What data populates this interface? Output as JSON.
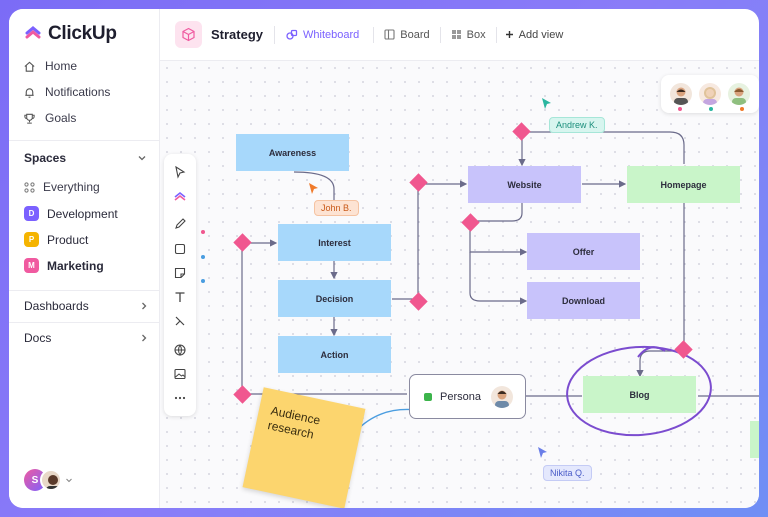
{
  "app": {
    "name": "ClickUp"
  },
  "nav": [
    {
      "label": "Home",
      "icon": "home-icon"
    },
    {
      "label": "Notifications",
      "icon": "bell-icon"
    },
    {
      "label": "Goals",
      "icon": "trophy-icon"
    }
  ],
  "spaces": {
    "heading": "Spaces",
    "items": [
      {
        "label": "Everything",
        "icon": "grid-icon"
      },
      {
        "label": "Development",
        "badge": "D",
        "color": "#7b61ff"
      },
      {
        "label": "Product",
        "badge": "P",
        "color": "#f5b400"
      },
      {
        "label": "Marketing",
        "badge": "M",
        "color": "#f05aa0"
      }
    ]
  },
  "sections": {
    "dashboards": "Dashboards",
    "docs": "Docs"
  },
  "user": {
    "initial": "S"
  },
  "header": {
    "title": "Strategy",
    "views": [
      {
        "label": "Whiteboard",
        "active": true
      },
      {
        "label": "Board",
        "active": false
      },
      {
        "label": "Box",
        "active": false
      }
    ],
    "add_view": "Add view"
  },
  "whiteboard": {
    "nodes": {
      "awareness": "Awareness",
      "interest": "Interest",
      "decision": "Decision",
      "action": "Action",
      "website": "Website",
      "homepage": "Homepage",
      "offer": "Offer",
      "download": "Download",
      "blog": "Blog",
      "persona": "Persona"
    },
    "sticky_note": "Audience research",
    "cursors": {
      "john": "John B.",
      "andrew": "Andrew K.",
      "nikita": "Nikita Q."
    }
  },
  "colors": {
    "accent": "#7b61ff",
    "diamond": "#f0578f",
    "blue_node": "#a7d8fb",
    "purple_node": "#c8c3fb",
    "green_node": "#c9f5c9",
    "sticky": "#fcd56e"
  }
}
